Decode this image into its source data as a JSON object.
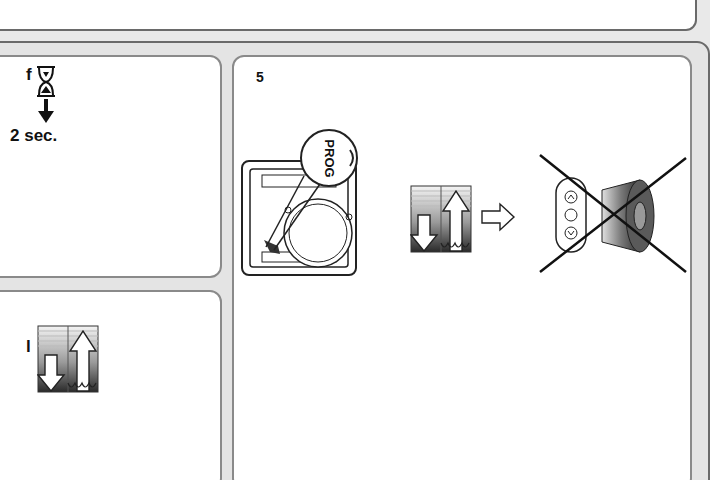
{
  "diagram": {
    "nodes": [
      {
        "text": [
          "f",
          "2 sec."
        ]
      },
      {
        "text": [
          "l"
        ]
      },
      {
        "text": [
          "5"
        ]
      }
    ],
    "labels": [
      "PROG"
    ]
  }
}
